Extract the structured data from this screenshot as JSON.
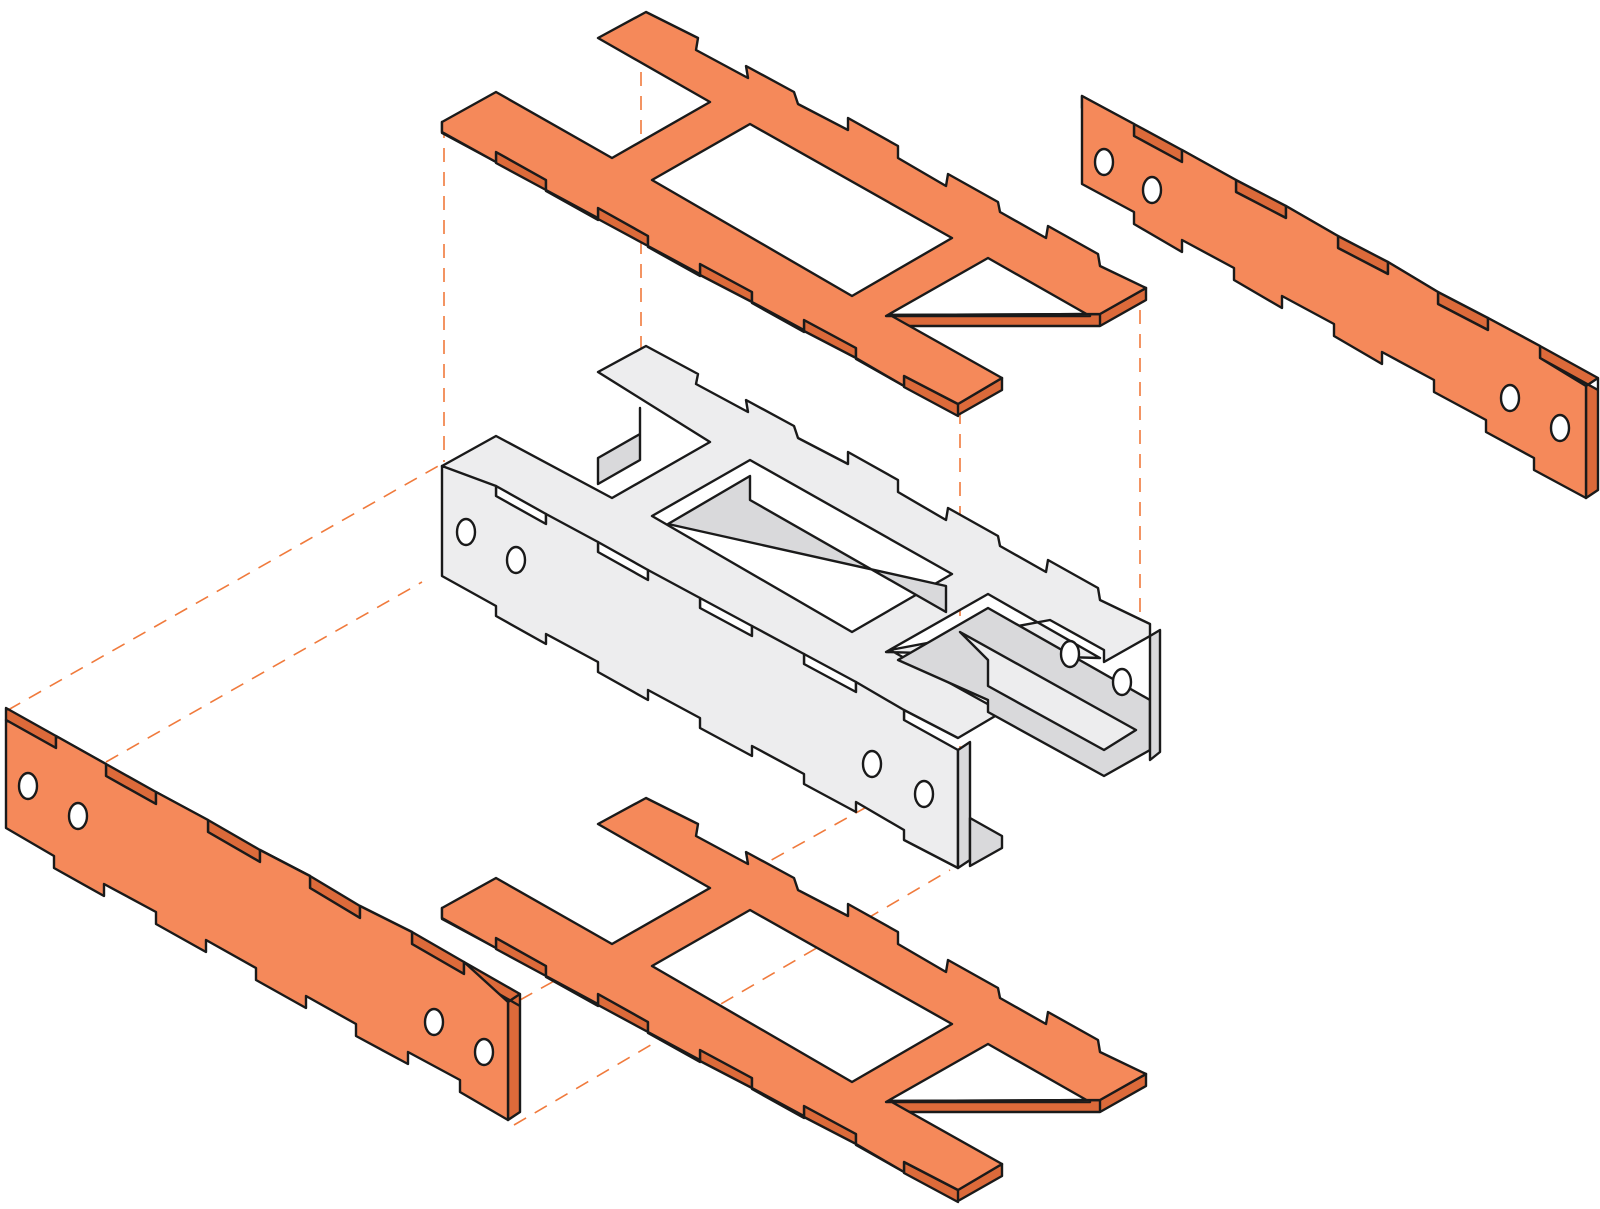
{
  "diagram": {
    "kind": "exploded-isometric-assembly",
    "colors": {
      "panel_face": "#f5895a",
      "panel_side": "#dc6a3a",
      "assembled_face": "#ededee",
      "assembled_side": "#d9d9db",
      "outline": "#1a1a1a",
      "guide": "#f07a3c",
      "hole": "#ffffff"
    },
    "parts": [
      {
        "name": "top-plate",
        "shape": "H-frame with tabs"
      },
      {
        "name": "bottom-plate",
        "shape": "H-frame with tabs"
      },
      {
        "name": "right-side-plate",
        "shape": "tabbed strip with 4 holes"
      },
      {
        "name": "left-side-plate",
        "shape": "tabbed strip with 4 holes"
      },
      {
        "name": "assembled-frame",
        "shape": "box beam"
      }
    ]
  }
}
